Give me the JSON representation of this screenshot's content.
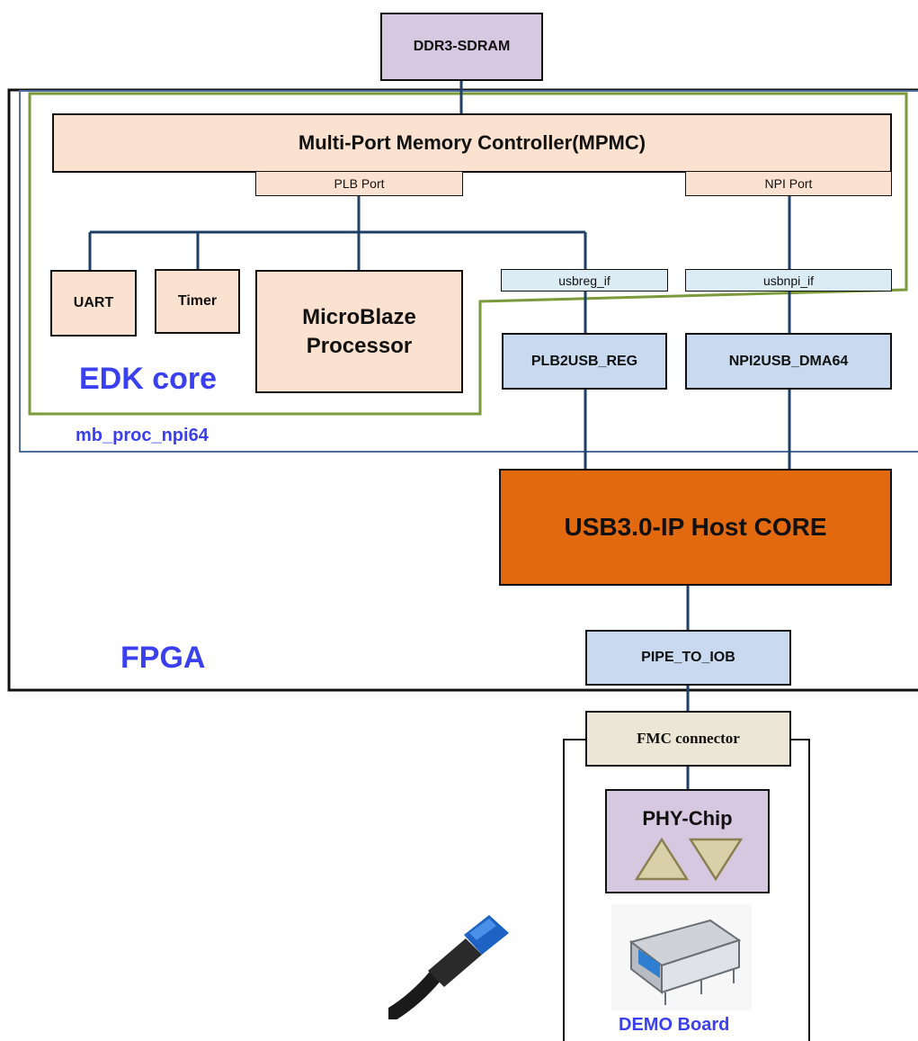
{
  "blocks": {
    "ddr3": "DDR3-SDRAM",
    "mpmc": "Multi-Port Memory Controller(MPMC)",
    "plb_port": "PLB Port",
    "npi_port": "NPI Port",
    "uart": "UART",
    "timer": "Timer",
    "microblaze_line1": "MicroBlaze",
    "microblaze_line2": "Processor",
    "usbreg_if": "usbreg_if",
    "usbnpi_if": "usbnpi_if",
    "plb2usb_reg": "PLB2USB_REG",
    "npi2usb_dma64": "NPI2USB_DMA64",
    "usb3_core": "USB3.0-IP Host CORE",
    "pipe_to_iob": "PIPE_TO_IOB",
    "fmc_connector": "FMC connector",
    "phy_chip": "PHY-Chip"
  },
  "regions": {
    "edk_core": "EDK core",
    "mb_proc_npi64": "mb_proc_npi64",
    "fpga": "FPGA",
    "demo_board": "DEMO Board"
  },
  "colors": {
    "wire": "#1f3f66",
    "edk_outline": "#7b9a3a",
    "mb_outline": "#4d6ea3",
    "label_blue": "#3a3ff0",
    "core_orange": "#e2690d",
    "triangle_fill": "#d8d0a8",
    "triangle_stroke": "#8a8050"
  },
  "icons": [
    "usb-port-icon",
    "usb-cable-icon",
    "triangle-up-icon",
    "triangle-down-icon"
  ]
}
